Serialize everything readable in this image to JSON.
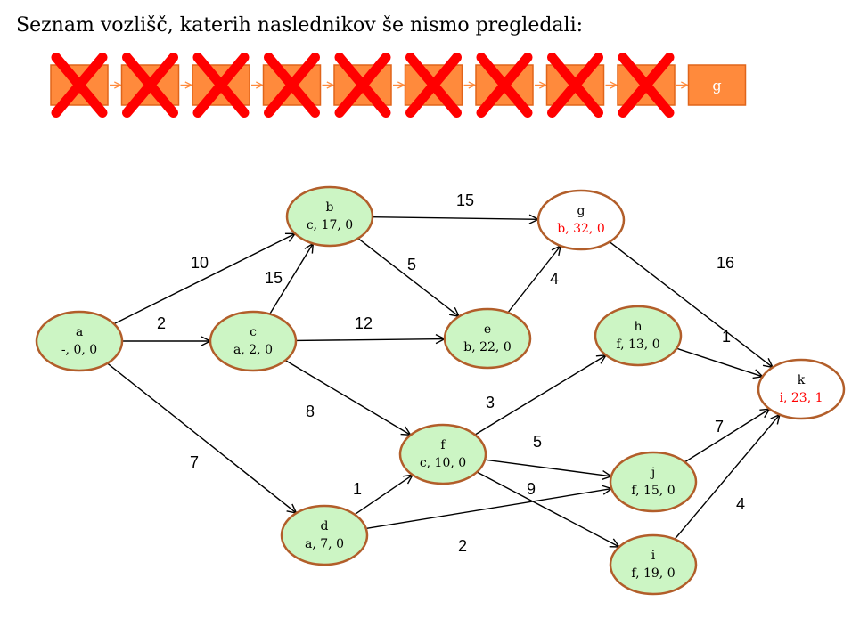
{
  "title": "Seznam vozlišč, katerih naslednikov še nismo pregledali:",
  "colors": {
    "box_fill": "#ff8a3c",
    "box_stroke": "#e0651a",
    "cross": "#ff0000",
    "node_fill": "#ccf5c4",
    "node_stroke": "#b25e2a",
    "node_white_fill": "#ffffff",
    "edge": "#000000",
    "highlight_text": "#ff0000"
  },
  "queue": [
    {
      "label": "",
      "crossed": true
    },
    {
      "label": "",
      "crossed": true
    },
    {
      "label": "",
      "crossed": true
    },
    {
      "label": "",
      "crossed": true
    },
    {
      "label": "",
      "crossed": true
    },
    {
      "label": "",
      "crossed": true
    },
    {
      "label": "",
      "crossed": true
    },
    {
      "label": "",
      "crossed": true
    },
    {
      "label": "",
      "crossed": true
    },
    {
      "label": "g",
      "crossed": false
    }
  ],
  "nodes": [
    {
      "id": "a",
      "name": "a",
      "label": "-, 0, 0",
      "highlight": false
    },
    {
      "id": "b",
      "name": "b",
      "label": "c, 17, 0",
      "highlight": false
    },
    {
      "id": "c",
      "name": "c",
      "label": "a, 2, 0",
      "highlight": false
    },
    {
      "id": "d",
      "name": "d",
      "label": "a, 7, 0",
      "highlight": false
    },
    {
      "id": "e",
      "name": "e",
      "label": "b, 22, 0",
      "highlight": false
    },
    {
      "id": "f",
      "name": "f",
      "label": "c, 10, 0",
      "highlight": false
    },
    {
      "id": "g",
      "name": "g",
      "label": "b, 32, 0",
      "highlight": true
    },
    {
      "id": "h",
      "name": "h",
      "label": "f, 13, 0",
      "highlight": false
    },
    {
      "id": "i",
      "name": "i",
      "label": "f, 19, 0",
      "highlight": false
    },
    {
      "id": "j",
      "name": "j",
      "label": "f, 15, 0",
      "highlight": false
    },
    {
      "id": "k",
      "name": "k",
      "label": "i, 23, 1",
      "highlight": true
    }
  ],
  "edges": [
    {
      "from": "a",
      "to": "b",
      "weight": "10"
    },
    {
      "from": "a",
      "to": "c",
      "weight": "2"
    },
    {
      "from": "a",
      "to": "d",
      "weight": "7"
    },
    {
      "from": "c",
      "to": "b",
      "weight": "15"
    },
    {
      "from": "c",
      "to": "e",
      "weight": "12"
    },
    {
      "from": "c",
      "to": "f",
      "weight": "8"
    },
    {
      "from": "b",
      "to": "g",
      "weight": "15"
    },
    {
      "from": "b",
      "to": "e",
      "weight": "5"
    },
    {
      "from": "e",
      "to": "g",
      "weight": "4"
    },
    {
      "from": "g",
      "to": "k",
      "weight": "16"
    },
    {
      "from": "d",
      "to": "f",
      "weight": "1"
    },
    {
      "from": "d",
      "to": "j",
      "weight": "2"
    },
    {
      "from": "f",
      "to": "h",
      "weight": "3"
    },
    {
      "from": "f",
      "to": "j",
      "weight": "5"
    },
    {
      "from": "f",
      "to": "i",
      "weight": "9"
    },
    {
      "from": "h",
      "to": "k",
      "weight": "1"
    },
    {
      "from": "j",
      "to": "k",
      "weight": "7"
    },
    {
      "from": "i",
      "to": "k",
      "weight": "4"
    }
  ]
}
